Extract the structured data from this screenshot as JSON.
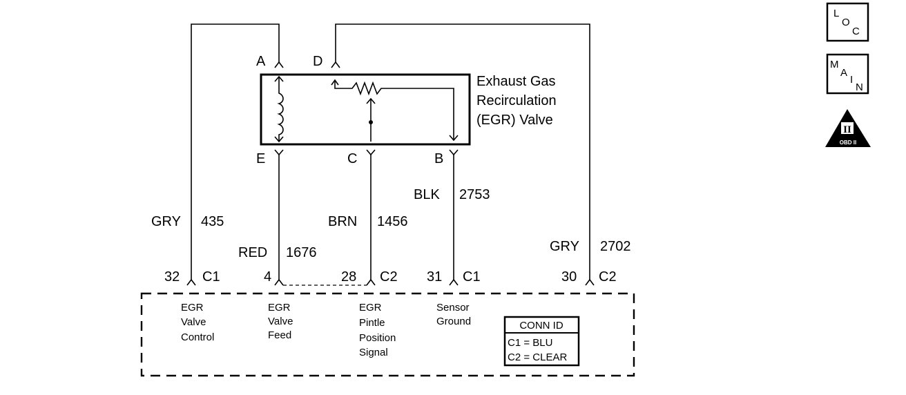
{
  "component": {
    "title_lines": [
      "Exhaust Gas",
      "Recirculation",
      "(EGR) Valve"
    ]
  },
  "terminals": {
    "A": "A",
    "D": "D",
    "E": "E",
    "C": "C",
    "B": "B"
  },
  "wires": [
    {
      "color": "GRY",
      "circuit": "435"
    },
    {
      "color": "RED",
      "circuit": "1676"
    },
    {
      "color": "BRN",
      "circuit": "1456"
    },
    {
      "color": "BLK",
      "circuit": "2753"
    },
    {
      "color": "GRY",
      "circuit": "2702"
    }
  ],
  "pcm_pins": [
    {
      "pin": "32",
      "connector": "C1",
      "function": [
        "EGR",
        "Valve",
        "Control"
      ]
    },
    {
      "pin": "4",
      "connector": "",
      "function": [
        "EGR",
        "Valve",
        "Feed"
      ]
    },
    {
      "pin": "28",
      "connector": "C2",
      "function": [
        "EGR",
        "Pintle",
        "Position",
        "Signal"
      ]
    },
    {
      "pin": "31",
      "connector": "C1",
      "function": [
        "Sensor",
        "Ground"
      ]
    },
    {
      "pin": "30",
      "connector": "C2",
      "function": []
    }
  ],
  "conn_id": {
    "header": "CONN ID",
    "rows": [
      "C1 = BLU",
      "C2 = CLEAR"
    ]
  },
  "nav_icons": {
    "loc": {
      "letters": [
        "L",
        "O",
        "C"
      ]
    },
    "main": {
      "letters": [
        "M",
        "A",
        "I",
        "N"
      ]
    },
    "obd": {
      "numeral": "II",
      "caption": "OBD II"
    }
  }
}
